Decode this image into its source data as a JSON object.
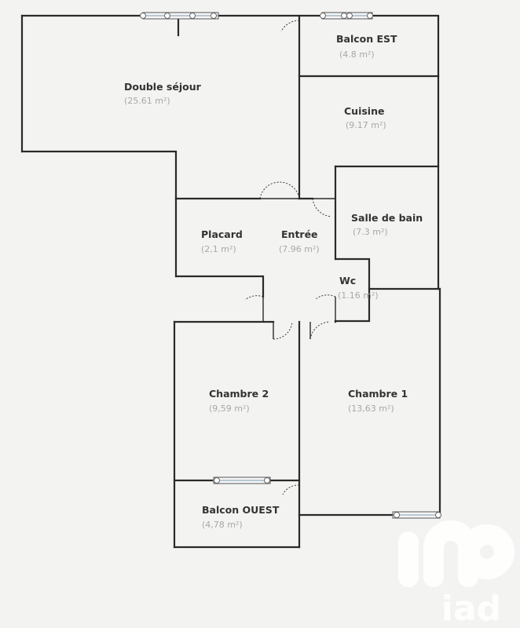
{
  "rooms": [
    {
      "id": "double-sejour",
      "name": "Double séjour",
      "area": "(25.61 m²)"
    },
    {
      "id": "balcon-est",
      "name": "Balcon EST",
      "area": "(4.8 m²)"
    },
    {
      "id": "cuisine",
      "name": "Cuisine",
      "area": "(9.17 m²)"
    },
    {
      "id": "salle-de-bain",
      "name": "Salle de bain",
      "area": "(7.3 m²)"
    },
    {
      "id": "placard",
      "name": "Placard",
      "area": "(2,1 m²)"
    },
    {
      "id": "entree",
      "name": "Entrée",
      "area": "(7.96 m²)"
    },
    {
      "id": "wc",
      "name": "Wc",
      "area": "(1.16 m²)"
    },
    {
      "id": "chambre-2",
      "name": "Chambre 2",
      "area": "(9,59 m²)"
    },
    {
      "id": "chambre-1",
      "name": "Chambre 1",
      "area": "(13,63 m²)"
    },
    {
      "id": "balcon-ouest",
      "name": "Balcon OUEST",
      "area": "(4,78 m²)"
    }
  ],
  "watermark": {
    "logo": "iad",
    "text": "iad"
  },
  "colors": {
    "background": "#f3f3f2",
    "wall": "#2a2a2a",
    "label": "#333333",
    "area": "#a8a8a8",
    "window": "#7a9ab0"
  }
}
